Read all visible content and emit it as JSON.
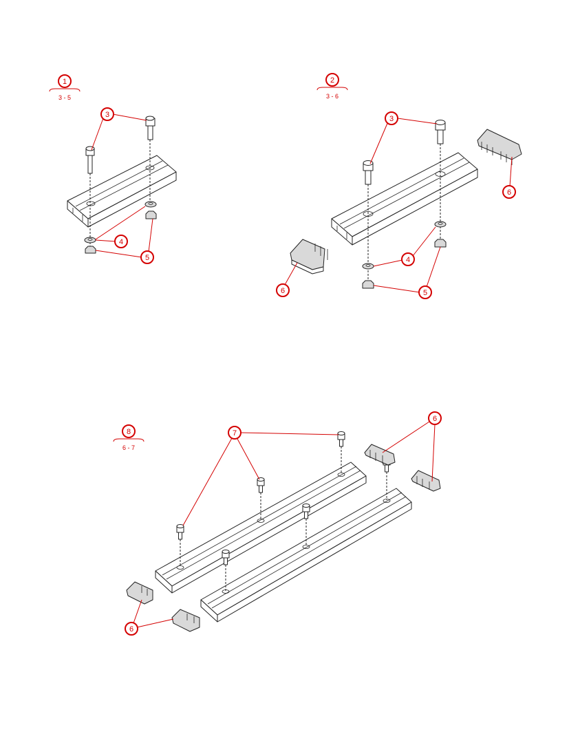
{
  "steps": [
    {
      "number": "1",
      "range": "3 - 5"
    },
    {
      "number": "2",
      "range": "3 - 6"
    },
    {
      "number": "8",
      "range": "6 - 7"
    }
  ],
  "callouts": {
    "s1_screw": "3",
    "s1_washer": "4",
    "s1_nut": "5",
    "s2_screw": "3",
    "s2_washer": "4",
    "s2_nut": "5",
    "s2_cap_right": "6",
    "s2_cap_left": "6",
    "s3_screw": "7",
    "s3_cap_top": "6",
    "s3_cap_bottom": "6"
  },
  "colors": {
    "callout": "#d40000",
    "line": "#222222",
    "shade": "#d9d9d9"
  }
}
